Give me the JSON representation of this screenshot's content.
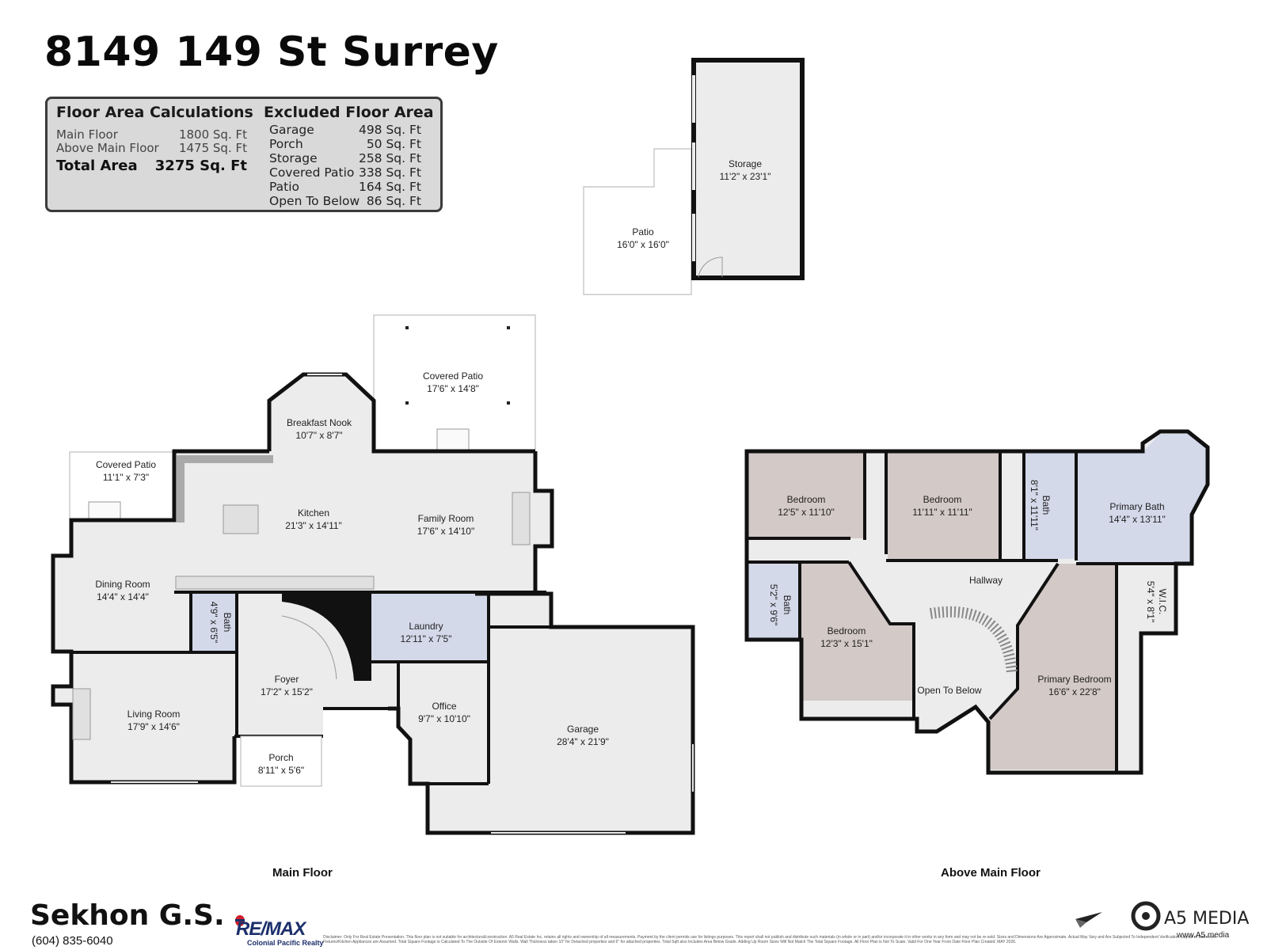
{
  "title": "8149 149 St Surrey",
  "floor_area": {
    "heading": "Floor Area Calculations",
    "rows": [
      {
        "label": "Main Floor",
        "value": "1800 Sq. Ft"
      },
      {
        "label": "Above Main Floor",
        "value": "1475 Sq. Ft"
      }
    ],
    "total": {
      "label": "Total Area",
      "value": "3275 Sq. Ft"
    }
  },
  "excluded_area": {
    "heading": "Excluded Floor Area",
    "rows": [
      {
        "label": "Garage",
        "value": "498 Sq. Ft"
      },
      {
        "label": "Porch",
        "value": "50 Sq. Ft"
      },
      {
        "label": "Storage",
        "value": "258 Sq. Ft"
      },
      {
        "label": "Covered Patio",
        "value": "338 Sq. Ft"
      },
      {
        "label": "Patio",
        "value": "164 Sq. Ft"
      },
      {
        "label": "Open To Below",
        "value": "86 Sq. Ft"
      }
    ]
  },
  "rooms": {
    "storage": {
      "name": "Storage",
      "dims": "11'2\" x 23'1\""
    },
    "patio": {
      "name": "Patio",
      "dims": "16'0\" x 16'0\""
    },
    "covered_patio_back": {
      "name": "Covered Patio",
      "dims": "17'6\" x 14'8\""
    },
    "breakfast_nook": {
      "name": "Breakfast Nook",
      "dims": "10'7\" x 8'7\""
    },
    "covered_patio_side": {
      "name": "Covered Patio",
      "dims": "11'1\" x 7'3\""
    },
    "kitchen": {
      "name": "Kitchen",
      "dims": "21'3\" x 14'11\""
    },
    "family_room": {
      "name": "Family Room",
      "dims": "17'6\" x 14'10\""
    },
    "dining_room": {
      "name": "Dining Room",
      "dims": "14'4\" x 14'4\""
    },
    "bath_main": {
      "name": "Bath",
      "dims": "4'9\" x 6'5\""
    },
    "laundry": {
      "name": "Laundry",
      "dims": "12'11\" x 7'5\""
    },
    "foyer": {
      "name": "Foyer",
      "dims": "17'2\" x 15'2\""
    },
    "office": {
      "name": "Office",
      "dims": "9'7\" x 10'10\""
    },
    "living_room": {
      "name": "Living Room",
      "dims": "17'9\" x 14'6\""
    },
    "garage": {
      "name": "Garage",
      "dims": "28'4\" x 21'9\""
    },
    "porch": {
      "name": "Porch",
      "dims": "8'11\" x 5'6\""
    },
    "bedroom1": {
      "name": "Bedroom",
      "dims": "12'5\" x 11'10\""
    },
    "bedroom2": {
      "name": "Bedroom",
      "dims": "11'11\" x 11'11\""
    },
    "bath_up": {
      "name": "Bath",
      "dims": "8'1\" x 11'11\""
    },
    "primary_bath": {
      "name": "Primary Bath",
      "dims": "14'4\" x 13'11\""
    },
    "hallway": {
      "name": "Hallway",
      "dims": ""
    },
    "wic": {
      "name": "W.I.C.",
      "dims": "5'4\" x 8'1\""
    },
    "bath_up2": {
      "name": "Bath",
      "dims": "5'2\" x 9'6\""
    },
    "bedroom3": {
      "name": "Bedroom",
      "dims": "12'3\" x 15'1\""
    },
    "open_to_below": {
      "name": "Open To Below",
      "dims": ""
    },
    "primary_bedroom": {
      "name": "Primary Bedroom",
      "dims": "16'6\" x 22'8\""
    }
  },
  "floor_labels": {
    "main": "Main Floor",
    "above": "Above Main Floor"
  },
  "footer": {
    "agent": "Sekhon G.S.",
    "phone": "(604) 835-6040",
    "brokerage_logo": "RE/MAX",
    "brokerage_sub": "Colonial Pacific Realty",
    "company": "A5 MEDIA",
    "company_url": "www.A5.media",
    "disclaimer": "Disclaimer: Only For Real Estate Presentation. This floor plan is not suitable for architectural/construction. A5 Real Estate Inc. retains all rights and ownership of all measurements. Payment by the client permits use for listings purposes. This report shall not publish and distribute such materials (in whole or in part) and/or incorporate it in other works in any form and may not be re-sold. Sizes and Dimensions Are Approximate. Actual May Vary and Are Subjected To Independent Verification. Layout of Bathroom Fixtures/Kitchen Appliances are Assumed. Total Square Footage is Calculated To The Outside Of Exterior Walls. Wall Thickness taken 10\" for Detached properties and 6\" for attached properties. Total Sqft also Includes Area Below Grade. Adding Up Room Sizes Will Not Match The Total Square Footage. All Floor Plan is Not To Scale. Valid For One Year From Date Floor Plan Created: MAY 2026."
  },
  "colors": {
    "wall": "#111111",
    "room_fill": "#ececec",
    "bedroom_fill": "#d3c9c6",
    "bath_fill": "#d4d9ea",
    "panel_fill": "#d9d9d9"
  }
}
